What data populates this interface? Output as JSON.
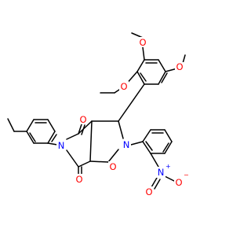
{
  "colors": {
    "bond": "#000000",
    "oxygen": "#ff0000",
    "nitrogen": "#0000ff",
    "background": "#ffffff"
  },
  "atoms": {
    "ome1": "O",
    "ome2": "O",
    "ome3": "O",
    "carbonyl_top": "O",
    "carbonyl_bottom": "O",
    "imide_n": "N",
    "isoxazolidine_n": "N",
    "isoxazolidine_o": "O",
    "nitro_n": "N",
    "nitro_n_charge": "+",
    "nitro_o_left": "O",
    "nitro_o_right": "O",
    "nitro_o_charge": "−"
  }
}
